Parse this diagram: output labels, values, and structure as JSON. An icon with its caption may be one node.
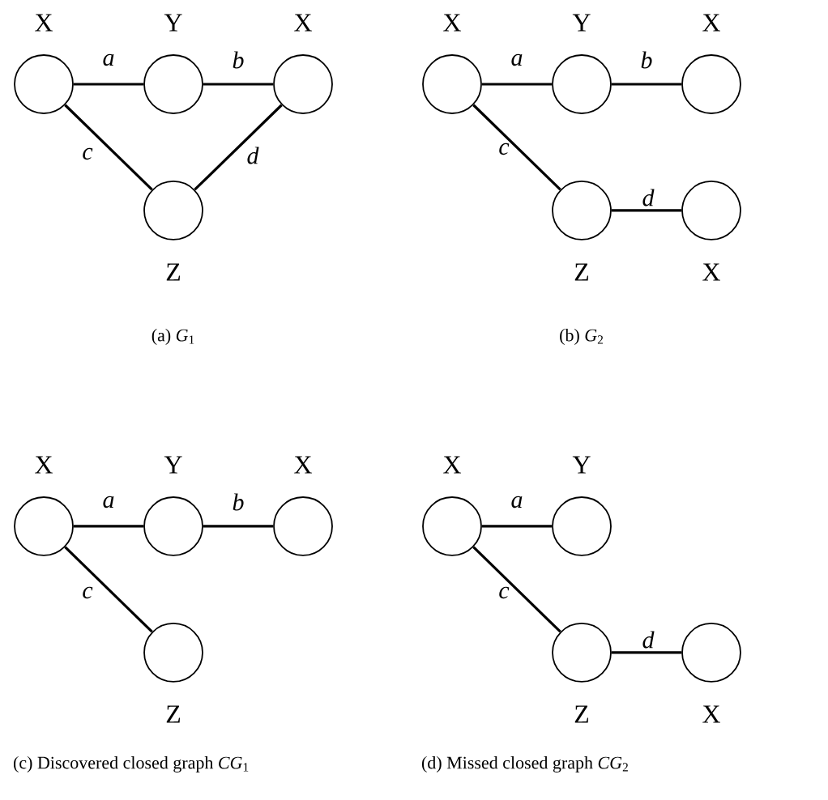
{
  "diagram": {
    "nodes": [
      {
        "text": [
          "X"
        ]
      },
      {
        "text": [
          "Y"
        ]
      },
      {
        "text": [
          "X"
        ]
      },
      {
        "text": [
          "Z"
        ]
      },
      {
        "text": [
          "X"
        ]
      },
      {
        "text": [
          "Y"
        ]
      },
      {
        "text": [
          "X"
        ]
      },
      {
        "text": [
          "Z"
        ]
      },
      {
        "text": [
          "X"
        ]
      },
      {
        "text": [
          "X"
        ]
      },
      {
        "text": [
          "Y"
        ]
      },
      {
        "text": [
          "X"
        ]
      },
      {
        "text": [
          "Z"
        ]
      },
      {
        "text": [
          "X"
        ]
      },
      {
        "text": [
          "Y"
        ]
      },
      {
        "text": [
          "Z"
        ]
      },
      {
        "text": [
          "X"
        ]
      }
    ],
    "edges": [
      {
        "from": 0,
        "to": 1,
        "arrow": "none",
        "label": "a"
      },
      {
        "from": 1,
        "to": 2,
        "arrow": "none",
        "label": "b"
      },
      {
        "from": 0,
        "to": 3,
        "arrow": "none",
        "label": "c"
      },
      {
        "from": 2,
        "to": 3,
        "arrow": "none",
        "label": "d"
      },
      {
        "from": 4,
        "to": 5,
        "arrow": "none",
        "label": "a"
      },
      {
        "from": 5,
        "to": 6,
        "arrow": "none",
        "label": "b"
      },
      {
        "from": 4,
        "to": 7,
        "arrow": "none",
        "label": "c"
      },
      {
        "from": 7,
        "to": 8,
        "arrow": "none",
        "label": "d"
      },
      {
        "from": 9,
        "to": 10,
        "arrow": "none",
        "label": "a"
      },
      {
        "from": 10,
        "to": 11,
        "arrow": "none",
        "label": "b"
      },
      {
        "from": 9,
        "to": 12,
        "arrow": "none",
        "label": "c"
      },
      {
        "from": 13,
        "to": 14,
        "arrow": "none",
        "label": "a"
      },
      {
        "from": 13,
        "to": 15,
        "arrow": "none",
        "label": "c"
      },
      {
        "from": 15,
        "to": 16,
        "arrow": "none",
        "label": "d"
      }
    ],
    "labels": [
      "(a) *G*$_{1}$",
      "(b) *G*$_{2}$",
      "(c) Discovered closed graph *CG*$_{1}$",
      "(d) Missed closed graph *CG*$_{2}$"
    ]
  }
}
